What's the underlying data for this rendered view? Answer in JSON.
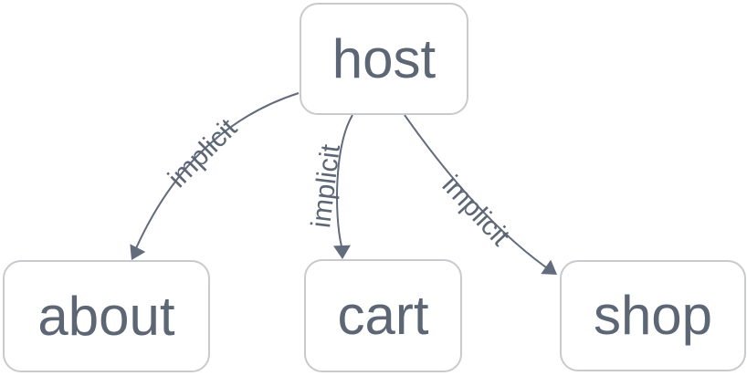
{
  "diagram": {
    "type": "directed-graph",
    "nodes": [
      {
        "id": "host",
        "label": "host"
      },
      {
        "id": "about",
        "label": "about"
      },
      {
        "id": "cart",
        "label": "cart"
      },
      {
        "id": "shop",
        "label": "shop"
      }
    ],
    "edges": [
      {
        "from": "host",
        "to": "about",
        "label": "implicit"
      },
      {
        "from": "host",
        "to": "cart",
        "label": "implicit"
      },
      {
        "from": "host",
        "to": "shop",
        "label": "implicit"
      }
    ],
    "colors": {
      "background": "#ffffff",
      "node_fill": "#ffffff",
      "node_border": "#c8cacd",
      "node_text": "#5c6674",
      "edge_stroke": "#636c7c",
      "edge_label_text": "#5c6674"
    }
  }
}
